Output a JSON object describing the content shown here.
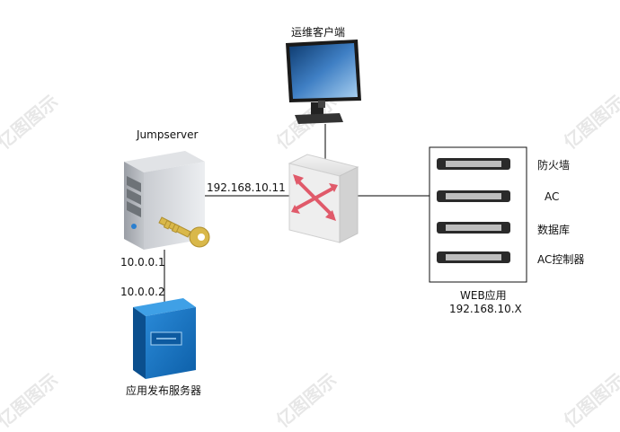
{
  "nodes": {
    "ops_client": {
      "label": "运维客户端"
    },
    "jumpserver": {
      "label": "Jumpserver"
    },
    "publish_server": {
      "label": "应用发布服务器"
    },
    "web_cluster": {
      "label": "WEB应用",
      "ip": "192.168.10.X",
      "items": [
        "防火墙",
        "AC",
        "数据库",
        "AC控制器"
      ]
    }
  },
  "ips": {
    "jumpserver_switch": "192.168.10.11",
    "jumpserver_lower": "10.0.0.1",
    "publish_server": "10.0.0.2"
  },
  "watermark": "亿图图示",
  "colors": {
    "line": "#000000",
    "switch_arrow": "#e05a6a",
    "publish_server": "#1a73c0",
    "key": "#d9b84a"
  }
}
